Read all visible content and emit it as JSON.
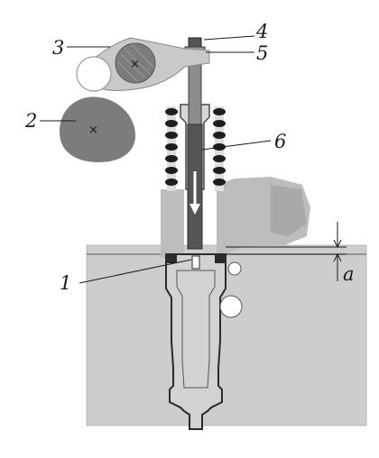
{
  "labels": {
    "l1": "1",
    "l2": "2",
    "l3": "3",
    "l4": "4",
    "l5": "5",
    "l6": "6",
    "la": "a"
  },
  "marks": {
    "cam_center": "×",
    "rocker_pivot": "×"
  },
  "colors": {
    "body": "#cdcdcd",
    "dark": "#6b6b6b",
    "cam": "#7c7c7c",
    "plunger": "#555555",
    "outline": "#2a2a2a"
  }
}
